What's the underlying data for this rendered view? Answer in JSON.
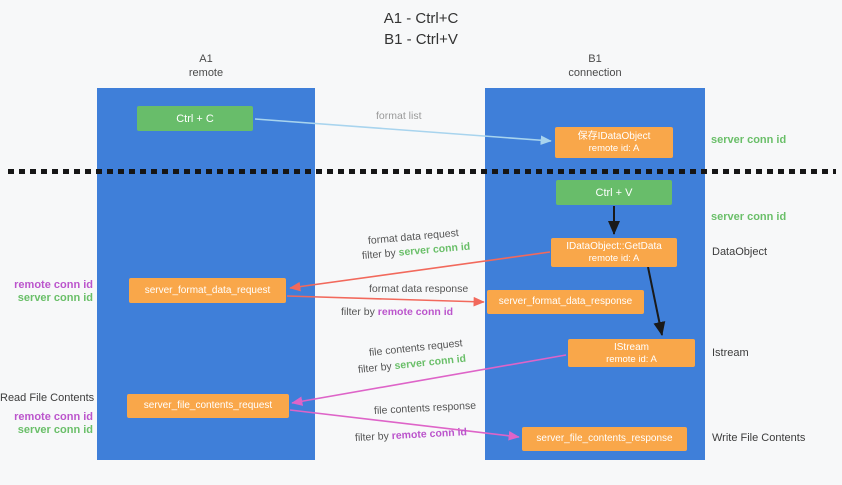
{
  "title": {
    "line1": "A1 - Ctrl+C",
    "line2": "B1 - Ctrl+V"
  },
  "lanes": {
    "left": {
      "name": "A1",
      "subtitle": "remote"
    },
    "right": {
      "name": "B1",
      "subtitle": "connection"
    }
  },
  "boxes": {
    "ctrl_c": {
      "label": "Ctrl + C"
    },
    "ctrl_v": {
      "label": "Ctrl + V"
    },
    "save_dataobject": {
      "line1": "保存IDataObject",
      "line2": "remote id: A"
    },
    "getdata": {
      "line1": "IDataObject::GetData",
      "line2": "remote id: A"
    },
    "istream": {
      "line1": "IStream",
      "line2": "remote id: A"
    },
    "format_request": {
      "label": "server_format_data_request"
    },
    "format_response": {
      "label": "server_format_data_response"
    },
    "file_request": {
      "label": "server_file_contents_request"
    },
    "file_response": {
      "label": "server_file_contents_response"
    }
  },
  "side_labels": {
    "server_conn_id": "server conn id",
    "remote_conn_id": "remote conn id",
    "dataobject": "DataObject",
    "istream": "Istream",
    "read_file_contents": "Read File Contents",
    "write_file_contents": "Write File Contents"
  },
  "arrow_labels": {
    "format_list": "format list",
    "format_data_request": "format data request",
    "format_data_response": "format data response",
    "file_contents_request": "file contents request",
    "file_contents_response": "file contents response",
    "filter_by": "filter by ",
    "server_conn_id": "server conn id",
    "remote_conn_id": "remote conn id"
  },
  "colors": {
    "lane_blue": "#3f7fd9",
    "box_green": "#68bd6a",
    "box_orange": "#f9a74a",
    "text_green": "#6abf69",
    "text_purple": "#bb55cc",
    "arrow_blue": "#a8d4ee",
    "arrow_red": "#f2695c",
    "arrow_pink": "#de64c8",
    "arrow_black": "#1a1a1a"
  }
}
